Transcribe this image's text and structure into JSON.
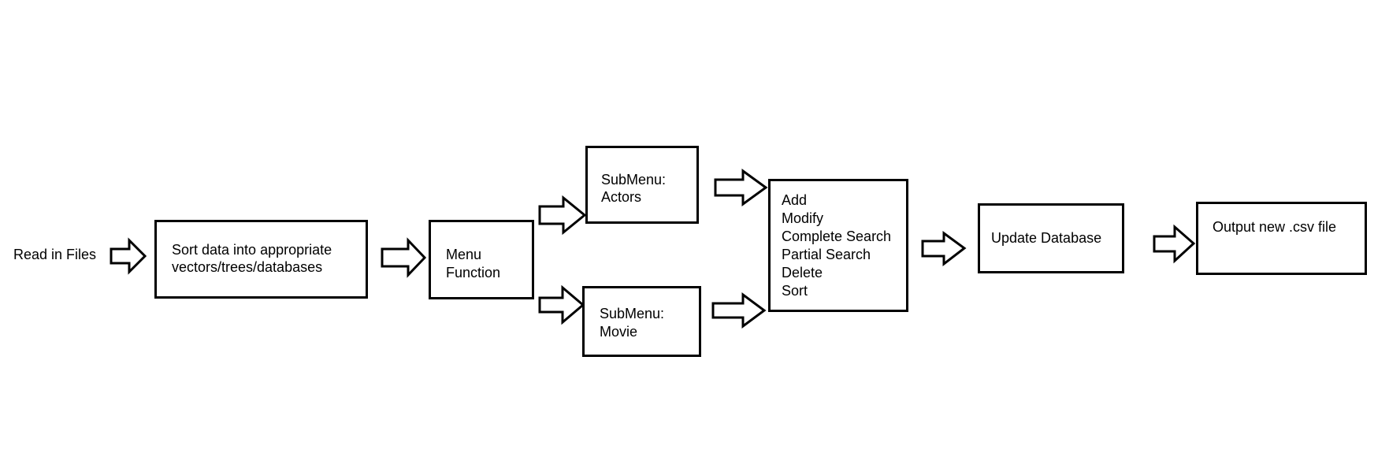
{
  "diagram": {
    "start_label": "Read in Files",
    "nodes": {
      "sort": {
        "lines": [
          "Sort data into appropriate",
          "vectors/trees/databases"
        ]
      },
      "menu": {
        "lines": [
          "Menu",
          "Function"
        ]
      },
      "actors": {
        "lines": [
          "SubMenu:",
          "Actors"
        ]
      },
      "movie": {
        "lines": [
          "SubMenu:",
          "Movie"
        ]
      },
      "ops": {
        "lines": [
          "Add",
          "Modify",
          "Complete Search",
          "Partial Search",
          "Delete",
          "Sort"
        ]
      },
      "update": {
        "lines": [
          "Update Database"
        ]
      },
      "output": {
        "lines": [
          "Output new .csv file"
        ]
      }
    }
  },
  "colors": {
    "stroke": "#000000",
    "background": "#ffffff"
  }
}
